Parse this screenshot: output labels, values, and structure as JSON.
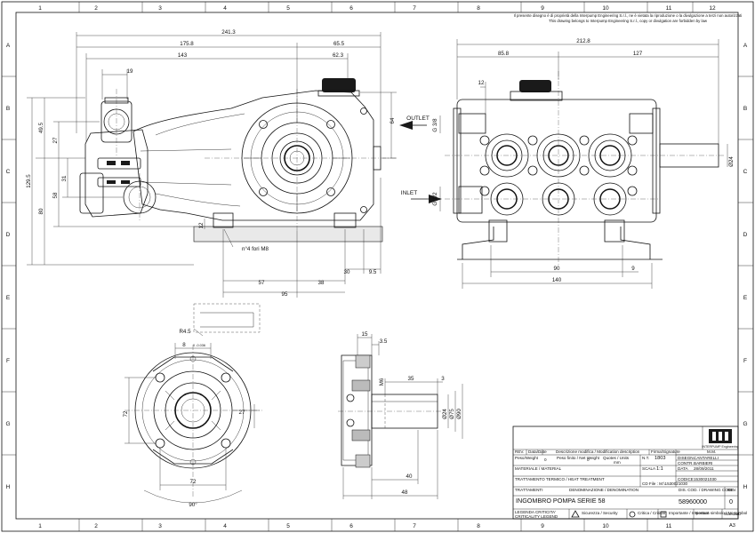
{
  "notice": {
    "line1": "Il presente disegno è di proprietà della Interpump Engineering S.r.l., ne è vietata la riproduzione o la divulgazione a terzi non autorizzati",
    "line2": "This drawing belongs to Interpump Engineering S.r.l., copy or divulgation are forbidden by law"
  },
  "grid": {
    "columns": [
      "1",
      "2",
      "3",
      "4",
      "5",
      "6",
      "7",
      "8",
      "9",
      "10",
      "11",
      "12"
    ],
    "rows": [
      "A",
      "B",
      "C",
      "D",
      "E",
      "F",
      "G",
      "H"
    ]
  },
  "side_view": {
    "dims_top": [
      "241.3",
      "175.8",
      "65.5",
      "143",
      "62.3",
      "19"
    ],
    "dims_left": [
      "129.5",
      "49.5",
      "27",
      "80",
      "58",
      "31"
    ],
    "dim_right": "64",
    "dims_bottom": [
      "30",
      "9.5",
      "57",
      "38",
      "95"
    ],
    "dim_12": "12",
    "holes_label": "n°4 fori M8"
  },
  "front_view": {
    "dims_top": [
      "212.8",
      "85.8",
      "127"
    ],
    "dim_12": "12",
    "outlet_label": "OUTLET",
    "outlet_thread": "G 3/8",
    "inlet_label": "INLET",
    "inlet_thread": "G 1/2",
    "shaft_dia": "Ø24",
    "dims_bottom": [
      "90",
      "9",
      "140"
    ]
  },
  "flange_view": {
    "radius": "R4.5",
    "key_width": "8",
    "key_tol": "0 -0.036",
    "dim_72_side": "72",
    "dim_27": "27",
    "dim_72_bottom": "72",
    "angle": "90°"
  },
  "shaft_view": {
    "dims": [
      "15",
      "3.5",
      "35",
      "3",
      "40",
      "48"
    ],
    "thread": "M6",
    "dia_shaft": "Ø24",
    "dia_75": "Ø75",
    "dia_90": "Ø90"
  },
  "title_block": {
    "rev_header": [
      "REV.",
      "Data/Date",
      "Descrizione modifica / Modification description",
      "Firma/Signature",
      "M.M."
    ],
    "peso_label": "Peso/Weight",
    "peso_value": "0",
    "peso_finito": "Peso finito / Net Weight",
    "peso_finito_value": "0",
    "quotes": "Quotes / Units",
    "units": "mm",
    "materiale": "MATERIALE / MATERIAL",
    "trattamento": "TRATTAMENTO TERMICO / HEAT TREATMENT",
    "trattamenti": "TRATTAMENTI",
    "nt_label": "N.T.",
    "nt_value": "1803",
    "scala_label": "SCALA",
    "scala_value": "1:1",
    "disegnato_label": "DISEGN.",
    "disegnato_value": "CANTARELLI",
    "controllato_label": "CONTR.",
    "controllato_value": "BARBIERI",
    "data_label": "DATA",
    "data_value": "28/09/2011",
    "codice_label": "CODICE",
    "codice_value": "1530021030",
    "cd_file": "CD File : M:\\1530021030",
    "company": "INTERPUMP Engineering",
    "denominazione_label": "DENOMINAZIONE / DENOMINATION",
    "title": "INGOMBRO POMPA SERIE 58",
    "drawing_code_label": "DIS. COD. / DRAWING CODE",
    "drawing_code": "58960000",
    "rev_label": "REV.",
    "rev_value": "0",
    "legenda": "LEGENDA CRITICITA'",
    "criticality": "CRITICALITY LEGEND",
    "sicurezza": "Sicurezza / Security",
    "critica": "Critica / Critical",
    "importante": "Importante / Important",
    "nessun": "Nessun simbolo / No symbol",
    "standard": "Standard",
    "format": "A3"
  }
}
